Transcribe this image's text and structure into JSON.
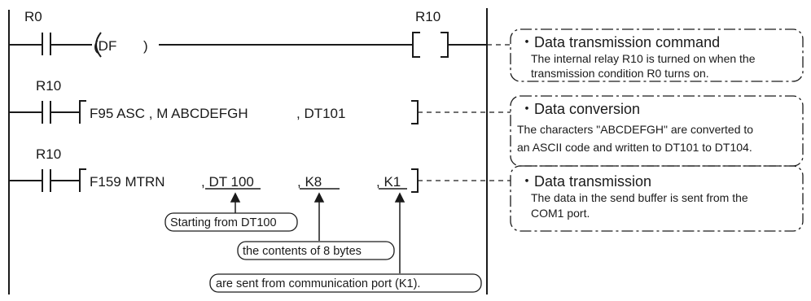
{
  "rungs": [
    {
      "contact": "R0",
      "instruction": "(DF",
      "instruction_close": ")",
      "coil": "R10"
    },
    {
      "contact": "R10",
      "instruction": "F95  ASC , M  ABCDEFGH",
      "operand": ", DT101"
    },
    {
      "contact": "R10",
      "instruction": "F159 MTRN",
      "operands": [
        ", DT 100",
        ", K8",
        ", K1"
      ]
    }
  ],
  "callouts": [
    "Starting from DT100",
    "the contents of 8 bytes",
    "are sent from communication port (K1)."
  ],
  "notes": [
    {
      "title": "・Data transmission command",
      "lines": [
        "The internal relay R10 is turned on when the",
        "transmission condition R0 turns on."
      ]
    },
    {
      "title": "・Data conversion",
      "lines": [
        "The characters \"ABCDEFGH\" are converted to",
        "an ASCII code and written to DT101 to DT104."
      ]
    },
    {
      "title": "・Data transmission",
      "lines": [
        "The data in the send buffer is sent from the",
        "COM1 port."
      ]
    }
  ]
}
